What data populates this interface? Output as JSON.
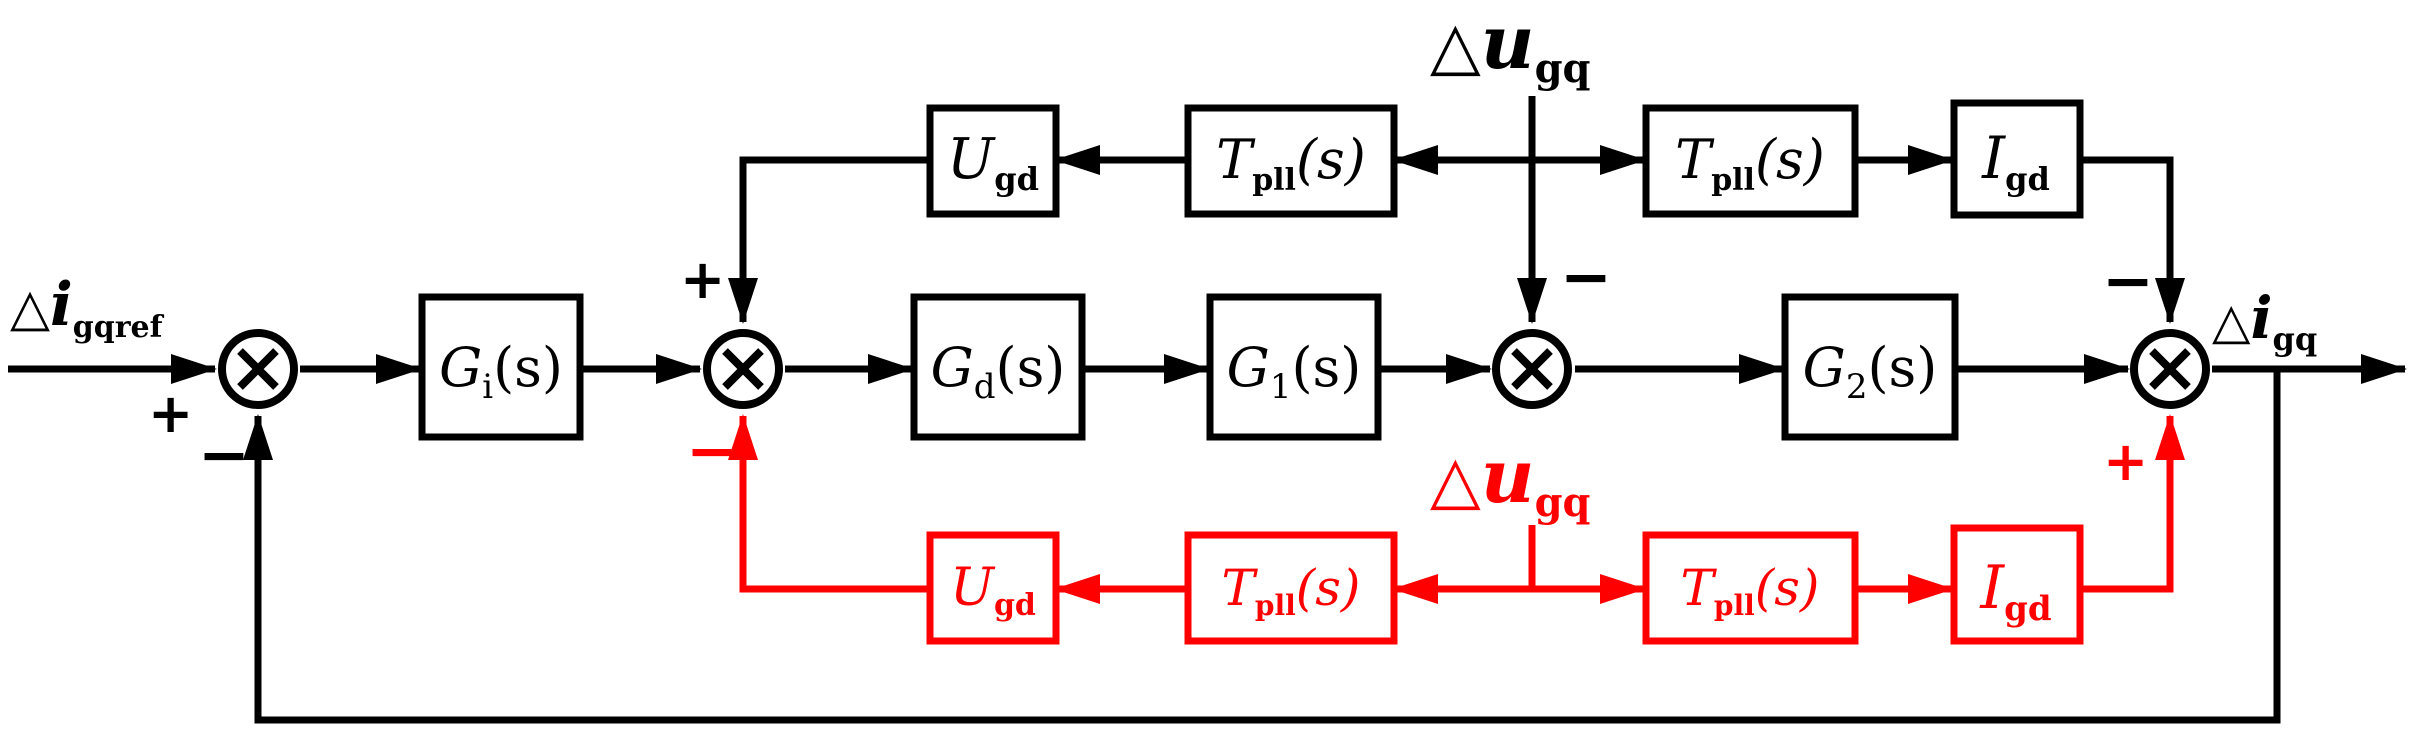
{
  "colors": {
    "main": "#000000",
    "pll_path": "#ff0000",
    "background": "#ffffff"
  },
  "signals": {
    "input": {
      "delta": "△",
      "sym": "i",
      "sub": "gqref"
    },
    "output": {
      "delta": "△",
      "sym": "i",
      "sub": "gq"
    },
    "disturbance_top": {
      "delta": "△",
      "sym": "u",
      "sub": "gq"
    },
    "disturbance_bottom": {
      "delta": "△",
      "sym": "u",
      "sub": "gq"
    }
  },
  "blocks": {
    "gi": {
      "sym": "G",
      "sub": "i",
      "arg": "(s)"
    },
    "gd": {
      "sym": "G",
      "sub": "d",
      "arg": "(s)"
    },
    "g1": {
      "sym": "G",
      "sub": "1",
      "arg": "(s)"
    },
    "g2": {
      "sym": "G",
      "sub": "2",
      "arg": "(s)"
    },
    "top_ugd": {
      "sym": "U",
      "sub": "gd",
      "arg": ""
    },
    "top_tpll_left": {
      "sym": "T",
      "sub": "pll",
      "arg": "(s)"
    },
    "top_tpll_right": {
      "sym": "T",
      "sub": "pll",
      "arg": "(s)"
    },
    "top_igd": {
      "sym": "I",
      "sub": "gd",
      "arg": ""
    },
    "bot_ugd": {
      "sym": "U",
      "sub": "gd",
      "arg": ""
    },
    "bot_tpll_left": {
      "sym": "T",
      "sub": "pll",
      "arg": "(s)"
    },
    "bot_tpll_right": {
      "sym": "T",
      "sub": "pll",
      "arg": "(s)"
    },
    "bot_igd": {
      "sym": "I",
      "sub": "gd",
      "arg": ""
    }
  },
  "signs": {
    "sum1_plus": "+",
    "sum1_minus": "−",
    "sum2_plus": "+",
    "sum2_minus": "−",
    "sum3_minus": "−",
    "sum4_minus": "−",
    "sum4_plus": "+"
  }
}
